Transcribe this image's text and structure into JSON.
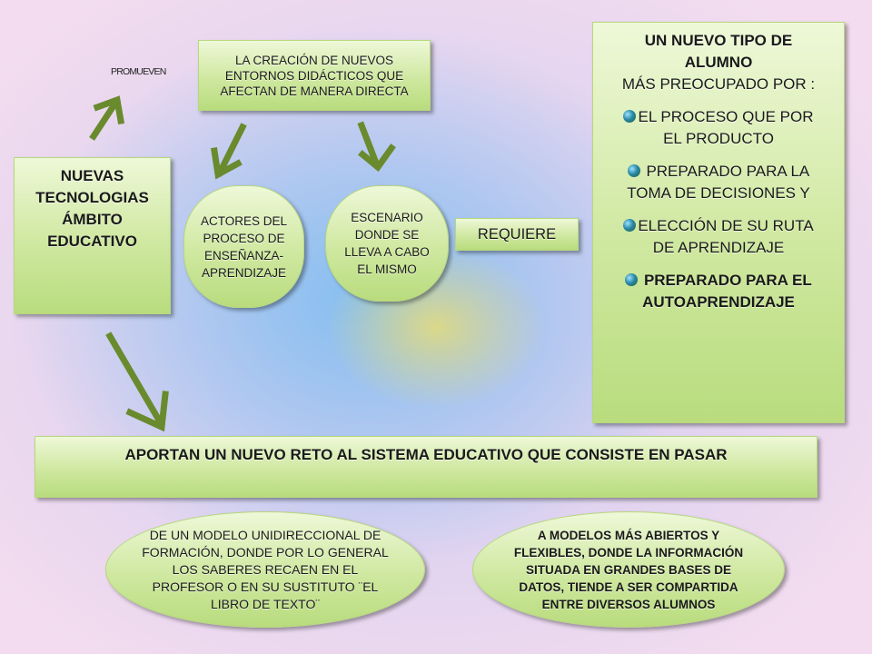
{
  "colors": {
    "box_fill": "#cfe8a0",
    "box_border": "#b7d77d",
    "arrow": "#6a8a2e",
    "background": "#f3dcef"
  },
  "labels": {
    "promueven": "PROMUEVEN"
  },
  "top_box": {
    "text": "LA CREACIÓN DE NUEVOS ENTORNOS DIDÁCTICOS QUE AFECTAN DE MANERA DIRECTA"
  },
  "nuevas_box": {
    "lines": [
      "NUEVAS",
      "TECNOLOGIAS",
      "ÁMBITO",
      "EDUCATIVO"
    ]
  },
  "actores_pill": {
    "text": "ACTORES DEL PROCESO DE ENSEÑANZA-APRENDIZAJE"
  },
  "escenario_pill": {
    "text": "ESCENARIO DONDE SE LLEVA A CABO EL MISMO"
  },
  "requiere_box": {
    "text": "REQUIERE"
  },
  "right_box": {
    "title_1": "UN NUEVO TIPO DE",
    "title_2": "ALUMNO",
    "subtitle": "MÁS PREOCUPADO POR :",
    "items": [
      {
        "line1": "EL PROCESO QUE POR",
        "line2": "EL PRODUCTO",
        "icon": "globe-bullet-icon"
      },
      {
        "line1": " PREPARADO PARA LA",
        "line2": "TOMA DE DECISIONES   Y",
        "icon": "globe-bullet-icon"
      },
      {
        "line1": "ELECCIÓN DE SU RUTA",
        "line2": "DE APRENDIZAJE",
        "icon": "globe-bullet-icon"
      },
      {
        "line1": " PREPARADO PARA EL",
        "line2": "AUTOAPRENDIZAJE",
        "icon": "globe-bullet-icon"
      }
    ]
  },
  "reto_box": {
    "text": "APORTAN UN NUEVO RETO AL SISTEMA EDUCATIVO QUE CONSISTE EN PASAR"
  },
  "modelo_1": {
    "text": "DE UN MODELO UNIDIRECCIONAL DE FORMACIÓN, DONDE POR LO GENERAL LOS SABERES RECAEN EN EL PROFESOR O EN SU SUSTITUTO ¨EL LIBRO DE TEXTO¨"
  },
  "modelo_2": {
    "text": "A MODELOS MÁS ABIERTOS Y FLEXIBLES, DONDE LA INFORMACIÓN SITUADA EN GRANDES BASES DE DATOS, TIENDE A SER COMPARTIDA ENTRE DIVERSOS ALUMNOS"
  }
}
